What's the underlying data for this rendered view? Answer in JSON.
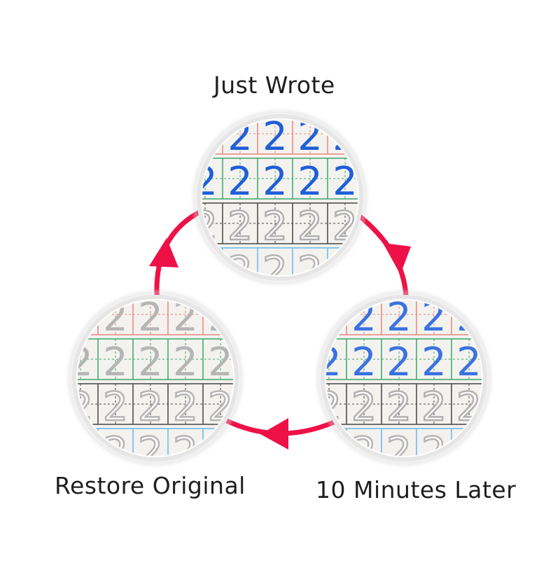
{
  "diagram": {
    "stage_top": {
      "label": "Just Wrote",
      "digit": "2",
      "row_colors": [
        "#e3877e",
        "#3aa66a",
        "#444444"
      ],
      "ink": [
        "#1f5fd6",
        "#1f5fd6",
        "#b0b0b0"
      ]
    },
    "stage_right": {
      "label": "10 Minutes Later",
      "digit": "2",
      "row_colors": [
        "#e3877e",
        "#3aa66a",
        "#444444"
      ],
      "ink": [
        "#3a72e0",
        "#3a72e0",
        "#b0b0b0"
      ]
    },
    "stage_left": {
      "label": "Restore Original",
      "digit": "2",
      "row_colors": [
        "#e3877e",
        "#3aa66a",
        "#444444"
      ],
      "ink": [
        "#b5b5b5",
        "#b5b5b5",
        "#b5b5b5"
      ]
    },
    "cycle_color": "#ee1147",
    "bottom_row_color": "#6ab6e8"
  }
}
